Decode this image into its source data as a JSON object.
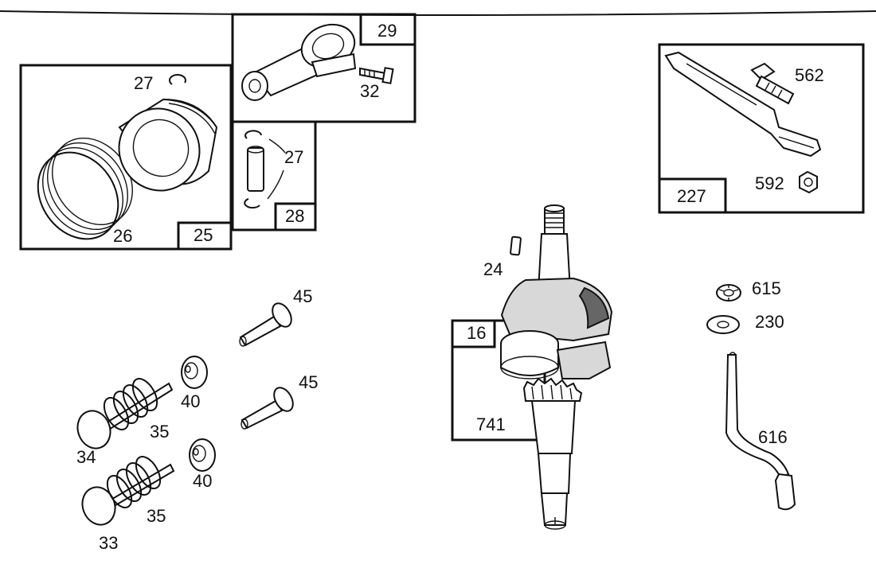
{
  "boxes": {
    "b25": "25",
    "b29": "29",
    "b28": "28",
    "b227": "227",
    "b16": "16"
  },
  "parts": {
    "p27a": "27",
    "p26": "26",
    "p32": "32",
    "p27b": "27",
    "p562": "562",
    "p592": "592",
    "p24": "24",
    "p615": "615",
    "p230": "230",
    "p45a": "45",
    "p45b": "45",
    "p40a": "40",
    "p35a": "35",
    "p34": "34",
    "p40b": "40",
    "p35b": "35",
    "p33": "33",
    "p741": "741",
    "p616": "616"
  }
}
